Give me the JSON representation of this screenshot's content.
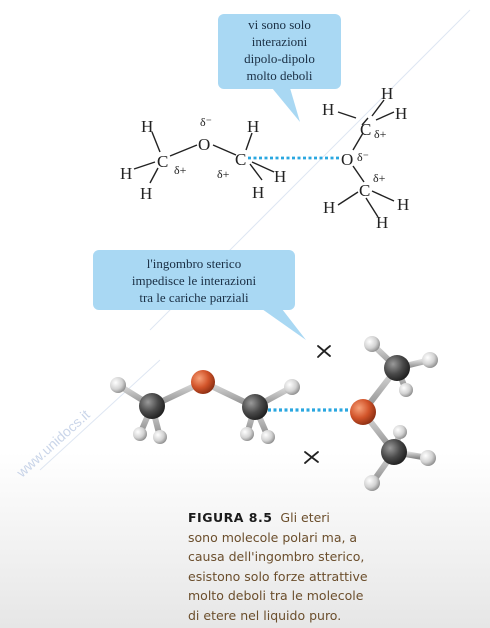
{
  "callout_top": {
    "lines": [
      "vi sono solo",
      "interazioni",
      "dipolo-dipolo",
      "molto deboli"
    ]
  },
  "callout_middle": {
    "lines": [
      "l'ingombro sterico",
      "impedisce le interazioni",
      "tra le cariche parziali"
    ]
  },
  "structure": {
    "hydrogen": "H",
    "carbon": "C",
    "oxygen": "O",
    "delta_minus": "δ⁻",
    "delta_plus": "δ+"
  },
  "watermark": "www.unidocs.it",
  "caption": {
    "figure_label": "FIGURA 8.5",
    "lines": [
      "Gli eteri",
      "sono molecole polari ma, a",
      "causa dell'ingombro sterico,",
      "esistono solo forze attrattive",
      "molto deboli tra le molecole",
      "di etere nel liquido puro."
    ]
  },
  "colors": {
    "bubble_fill": "#a9d8f3",
    "dash_color": "#2aa7e0",
    "oxygen_atom": "#d2542a",
    "carbon_atom": "#4a4a4a",
    "hydrogen_atom": "#d8d8d8",
    "caption_text": "#6b4e2c"
  }
}
